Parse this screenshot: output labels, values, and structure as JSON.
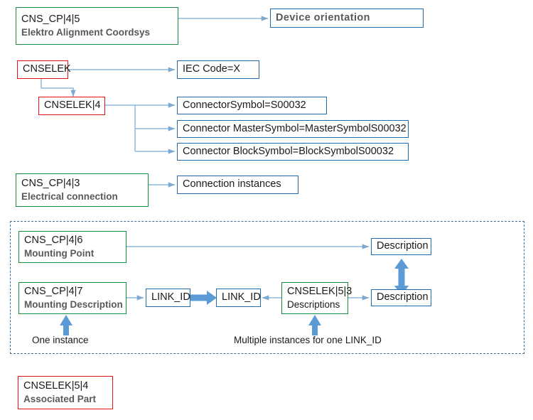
{
  "diagram": {
    "title": "CNS / CNSELEK classification mapping diagram",
    "colors": {
      "green_border": "#148f3c",
      "red_border": "#e8100f",
      "blue_border": "#1f6cb0",
      "wire": "#8fb8dd",
      "thick_arrow": "#5b9bd5",
      "dashed_region": "#3a6e9b",
      "gray_text": "#595959",
      "dark_text": "#1a1a1a"
    },
    "nodes": {
      "cns_cp_4_5": {
        "code": "CNS_CP|4|5",
        "sub": "Elektro Alignment Coordsys"
      },
      "device_orientation": {
        "label": "Device orientation"
      },
      "cnselek": {
        "code": "CNSELEK"
      },
      "iec_code": {
        "label": "IEC Code=X"
      },
      "cnselek_4": {
        "code": "CNSELEK|4"
      },
      "connector_symbol": {
        "label": "ConnectorSymbol=S00032"
      },
      "connector_master_symbol": {
        "label": "Connector MasterSymbol=MasterSymbolS00032"
      },
      "connector_block_symbol": {
        "label": "Connector BlockSymbol=BlockSymbolS00032"
      },
      "cns_cp_4_3": {
        "code": "CNS_CP|4|3",
        "sub": "Electrical connection"
      },
      "connection_instances": {
        "label": "Connection instances"
      },
      "cns_cp_4_6": {
        "code": "CNS_CP|4|6",
        "sub": "Mounting Point"
      },
      "description_top": {
        "label": "Description"
      },
      "cns_cp_4_7": {
        "code": "CNS_CP|4|7",
        "sub": "Mounting Description"
      },
      "link_id_left": {
        "label": "LINK_ID"
      },
      "link_id_right": {
        "label": "LINK_ID"
      },
      "cnselek_5_3": {
        "code": "CNSELEK|5|3",
        "sub": "Descriptions"
      },
      "description_bottom": {
        "label": "Description"
      },
      "cnselek_5_4": {
        "code": "CNSELEK|5|4",
        "sub": "Associated Part"
      }
    },
    "captions": {
      "one_instance": "One instance",
      "multiple_instances": "Multiple instances for one LINK_ID"
    }
  }
}
